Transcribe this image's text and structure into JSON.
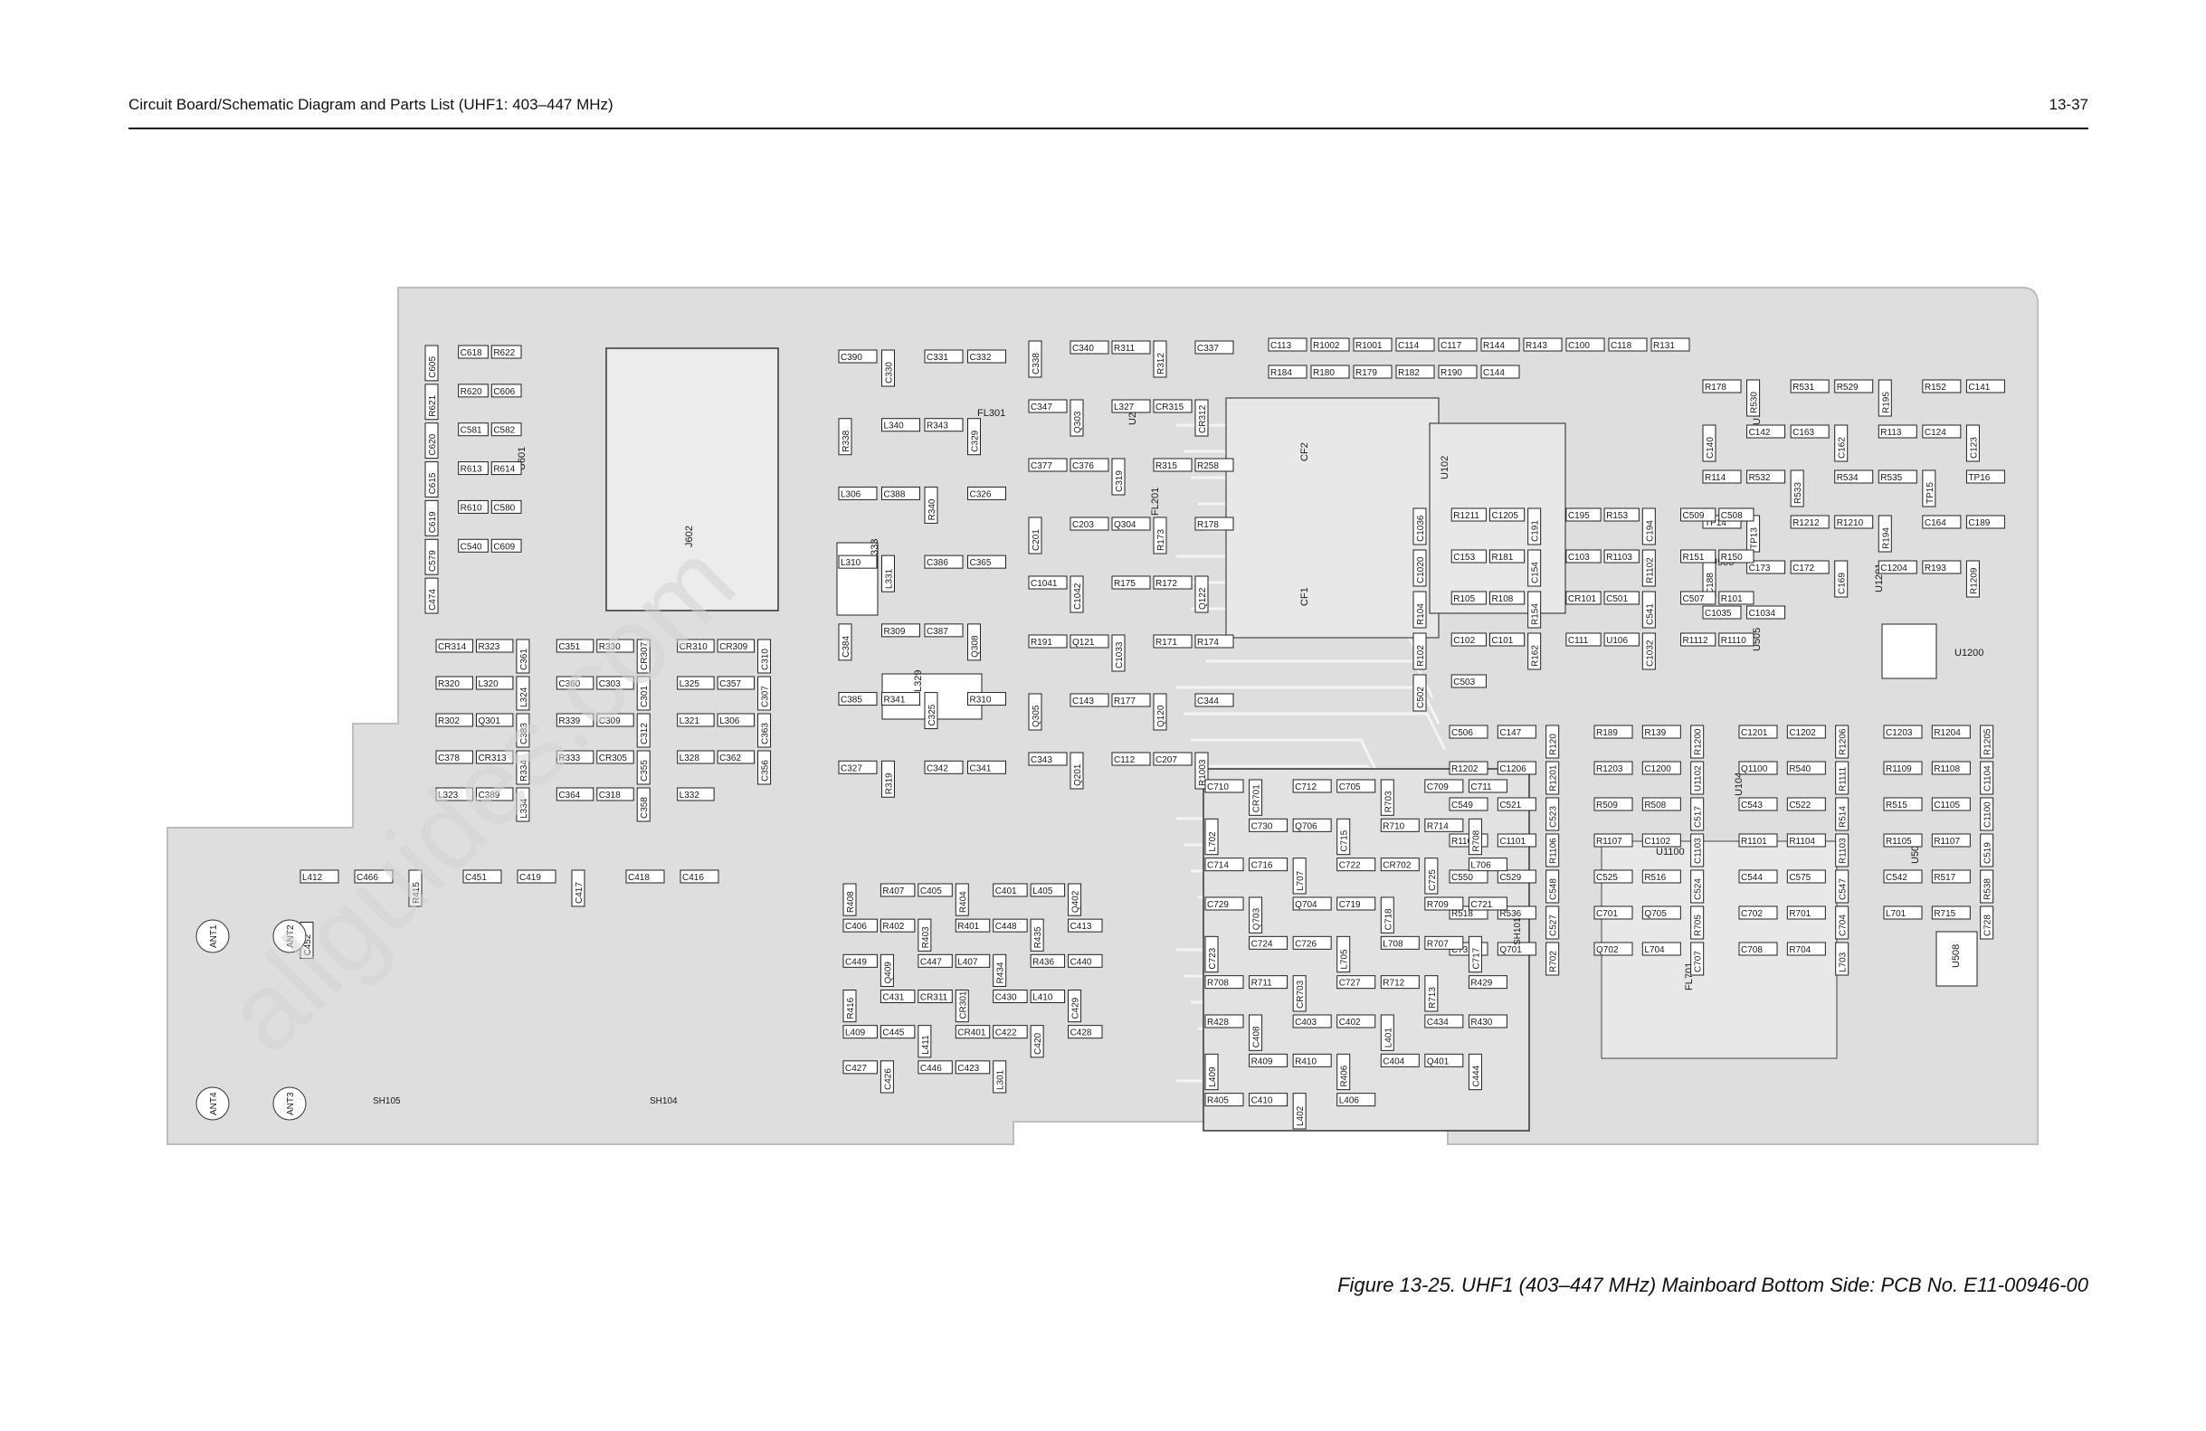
{
  "header": {
    "title": "Circuit Board/Schematic Diagram and Parts List (UHF1: 403–447 MHz)",
    "page_number": "13-37"
  },
  "caption": "Figure 13-25. UHF1 (403–447 MHz) Mainboard Bottom Side: PCB No. E11-00946-00",
  "watermark": "allguides.com",
  "colors": {
    "board": "#dedede",
    "trace": "#f2f2f2",
    "outline": "#222222"
  },
  "components": {
    "large_blocks": [
      "J602",
      "FL301",
      "U201",
      "FL201",
      "CF2",
      "CF1",
      "U102",
      "FL701",
      "U1100",
      "U104",
      "U501",
      "U508",
      "U1200",
      "U1201",
      "U505",
      "U506",
      "U107",
      "U601",
      "L329",
      "L333"
    ],
    "antennas": [
      "ANT1",
      "ANT2",
      "ANT3",
      "ANT4"
    ],
    "shields": [
      "SH105",
      "SH104",
      "SH101"
    ],
    "parts": [
      "C605",
      "C618",
      "R622",
      "R621",
      "R620",
      "C606",
      "C620",
      "C581",
      "C582",
      "C615",
      "R613",
      "R614",
      "C619",
      "R610",
      "C580",
      "C579",
      "C540",
      "C609",
      "C474",
      "CR314",
      "R323",
      "C361",
      "C351",
      "R330",
      "CR307",
      "CR310",
      "CR309",
      "C310",
      "R320",
      "L320",
      "L324",
      "C360",
      "C303",
      "C301",
      "L325",
      "C357",
      "C307",
      "R302",
      "Q301",
      "C383",
      "R339",
      "C309",
      "C312",
      "L321",
      "L306",
      "C363",
      "C378",
      "CR313",
      "R334",
      "R333",
      "CR305",
      "C355",
      "L328",
      "C362",
      "C356",
      "L323",
      "C389",
      "L334",
      "C364",
      "C318",
      "C358",
      "L332",
      "C390",
      "C330",
      "C331",
      "C332",
      "R338",
      "L340",
      "R343",
      "C329",
      "L306",
      "C388",
      "R340",
      "C326",
      "L310",
      "L331",
      "C386",
      "C365",
      "C384",
      "R309",
      "C387",
      "Q308",
      "C385",
      "R341",
      "C325",
      "R310",
      "C327",
      "R319",
      "C342",
      "C341",
      "C338",
      "C340",
      "R311",
      "R312",
      "C337",
      "C347",
      "Q303",
      "L327",
      "CR315",
      "CR312",
      "C377",
      "C376",
      "C319",
      "R315",
      "R258",
      "C201",
      "C203",
      "Q304",
      "R173",
      "R178",
      "C1041",
      "C1042",
      "R175",
      "R172",
      "Q122",
      "R191",
      "Q121",
      "C1033",
      "R171",
      "R174",
      "Q305",
      "C143",
      "R177",
      "Q120",
      "C344",
      "C343",
      "Q201",
      "C112",
      "C207",
      "R1003",
      "C113",
      "R1002",
      "R1001",
      "C114",
      "C117",
      "R144",
      "R143",
      "C100",
      "C118",
      "R131",
      "R184",
      "R180",
      "R179",
      "R182",
      "R190",
      "C144",
      "R178",
      "R530",
      "R531",
      "R529",
      "R195",
      "R152",
      "C141",
      "C140",
      "C142",
      "C163",
      "C162",
      "R113",
      "C124",
      "C123",
      "R114",
      "R532",
      "R533",
      "R534",
      "R535",
      "TP15",
      "TP16",
      "TP14",
      "TP13",
      "R1212",
      "R1210",
      "R194",
      "C164",
      "C189",
      "C188",
      "C173",
      "C172",
      "C169",
      "C1204",
      "R193",
      "R1209",
      "C1035",
      "C1034",
      "C1036",
      "R1211",
      "C1205",
      "C191",
      "C195",
      "R153",
      "C194",
      "C509",
      "C508",
      "C1020",
      "C153",
      "R181",
      "C154",
      "C103",
      "R1103",
      "R1102",
      "R151",
      "R150",
      "R104",
      "R105",
      "R108",
      "R154",
      "CR101",
      "C501",
      "C541",
      "C507",
      "R101",
      "R102",
      "C102",
      "C101",
      "R162",
      "C111",
      "U106",
      "C1032",
      "R1112",
      "R1110",
      "C502",
      "C503",
      "C506",
      "C147",
      "R120",
      "R189",
      "R139",
      "R1200",
      "C1201",
      "C1202",
      "R1206",
      "C1203",
      "R1204",
      "R1205",
      "R1202",
      "C1206",
      "R1201",
      "R1203",
      "C1200",
      "U1102",
      "Q1100",
      "R540",
      "R1111",
      "R1109",
      "R1108",
      "C1104",
      "C549",
      "C521",
      "C523",
      "R509",
      "R508",
      "C517",
      "C543",
      "C522",
      "R514",
      "R515",
      "C1105",
      "C1100",
      "R1100",
      "C1101",
      "R1106",
      "R1107",
      "C1102",
      "C1103",
      "R1101",
      "R1104",
      "R1103",
      "R1105",
      "R1107",
      "C519",
      "C550",
      "C529",
      "C548",
      "C525",
      "R516",
      "C524",
      "C544",
      "C575",
      "C547",
      "C542",
      "R517",
      "R538",
      "R518",
      "R536",
      "C527",
      "C701",
      "Q705",
      "R705",
      "C702",
      "R701",
      "C704",
      "L701",
      "R715",
      "C728",
      "C731",
      "Q701",
      "R702",
      "Q702",
      "L704",
      "C707",
      "C708",
      "R704",
      "L703",
      "C710",
      "CR701",
      "C712",
      "C705",
      "R703",
      "C709",
      "C711",
      "L702",
      "C730",
      "Q706",
      "C715",
      "R710",
      "R714",
      "R708",
      "C714",
      "C716",
      "L707",
      "C722",
      "CR702",
      "C725",
      "L706",
      "C729",
      "Q703",
      "Q704",
      "C719",
      "C718",
      "R709",
      "C721",
      "C723",
      "C724",
      "C726",
      "L705",
      "L708",
      "R707",
      "C717",
      "R708",
      "R711",
      "CR703",
      "C727",
      "R712",
      "R713",
      "R429",
      "R428",
      "C408",
      "C403",
      "C402",
      "L401",
      "C434",
      "R430",
      "L409",
      "R409",
      "R410",
      "R406",
      "C404",
      "Q401",
      "C444",
      "R405",
      "C410",
      "L402",
      "L406",
      "R408",
      "R407",
      "C405",
      "R404",
      "C401",
      "L405",
      "Q402",
      "C406",
      "R402",
      "R403",
      "R401",
      "C448",
      "R435",
      "C413",
      "C449",
      "Q409",
      "C447",
      "L407",
      "R434",
      "R436",
      "C440",
      "R416",
      "C431",
      "CR311",
      "CR301",
      "C430",
      "L410",
      "C429",
      "L409",
      "C445",
      "L411",
      "CR401",
      "C422",
      "C420",
      "C428",
      "C427",
      "C426",
      "C446",
      "C423",
      "L301",
      "L412",
      "C466",
      "R415",
      "C451",
      "C419",
      "C417",
      "C418",
      "C416",
      "C452"
    ]
  }
}
